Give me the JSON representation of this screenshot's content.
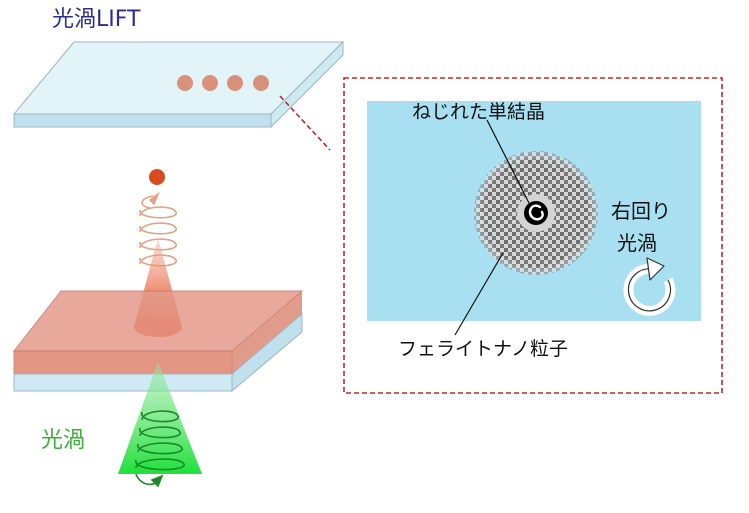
{
  "labels": {
    "title": "光渦LIFT",
    "vortex_beam": "光渦",
    "twisted_crystal": "ねじれた単結晶",
    "ferrite_nanoparticles": "フェライトナノ粒子",
    "right_vortex_line1": "右回り",
    "right_vortex_line2": "光渦"
  },
  "colors": {
    "title": "#2b2d8f",
    "vortex_label": "#3cae3a",
    "receiver_plate": "#dff2f7",
    "donor_plate": "#e49a8a",
    "substrate": "#cfeaf3",
    "laser_green": "#22d83a",
    "ejected_cone": "#e4421b",
    "dots": "#d9917c",
    "inset_bg": "#a8e0f2",
    "inset_frame": "#b52b2b"
  },
  "icons": [
    "spiral-crystal-icon",
    "clockwise-arrow-icon",
    "helix-icon"
  ]
}
